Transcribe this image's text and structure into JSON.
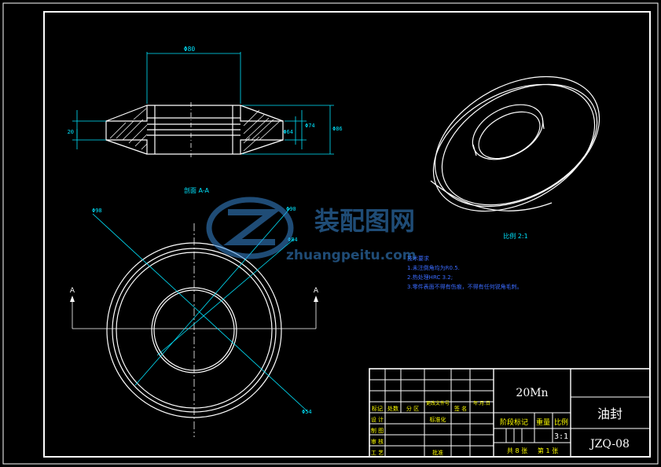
{
  "drawing": {
    "section_label": "剖面 A-A",
    "scale_label": "比例 2:1",
    "section_marker_left": "A",
    "section_marker_right": "A",
    "dims": {
      "top_width": "Φ80",
      "left_small": "20",
      "right_inner": "Φ64",
      "right_mid": "Φ74",
      "right_outer": "Φ86",
      "plan_d1": "Φ98",
      "plan_d2": "Φ90",
      "plan_d3": "Φ84",
      "plan_d4": "Φ54"
    },
    "notes_title": "技术要求",
    "notes": [
      "1.未注倒角均为R0.5.",
      "2.热处理HRC 3.2;",
      "3.零件表面不得有伤痕，不得有任何锐角毛刺。"
    ]
  },
  "watermark": {
    "brand_cn": "装配图网",
    "brand_url": "zhuangpeitu.com"
  },
  "title_block": {
    "material": "20Mn",
    "part_name": "油封",
    "drawing_no": "JZQ-08",
    "scale": "3:1",
    "total_sheets": "共 8 张",
    "sheet_no": "第 1 张",
    "stage_mark": "阶段标记",
    "weight": "重量",
    "ratio": "比例",
    "rev_headers": [
      "标记",
      "处数",
      "分 区",
      "更改文件号",
      "签 名",
      "年.月.日"
    ],
    "roles": [
      "设 计",
      "制 图",
      "审 核",
      "工 艺"
    ],
    "standardize": "标准化",
    "approve": "批准"
  },
  "colors": {
    "background": "#000000",
    "frame": "#ffffff",
    "dimension": "#00e5ff",
    "title_text": "#ffff00",
    "notes": "#3a6bff"
  }
}
